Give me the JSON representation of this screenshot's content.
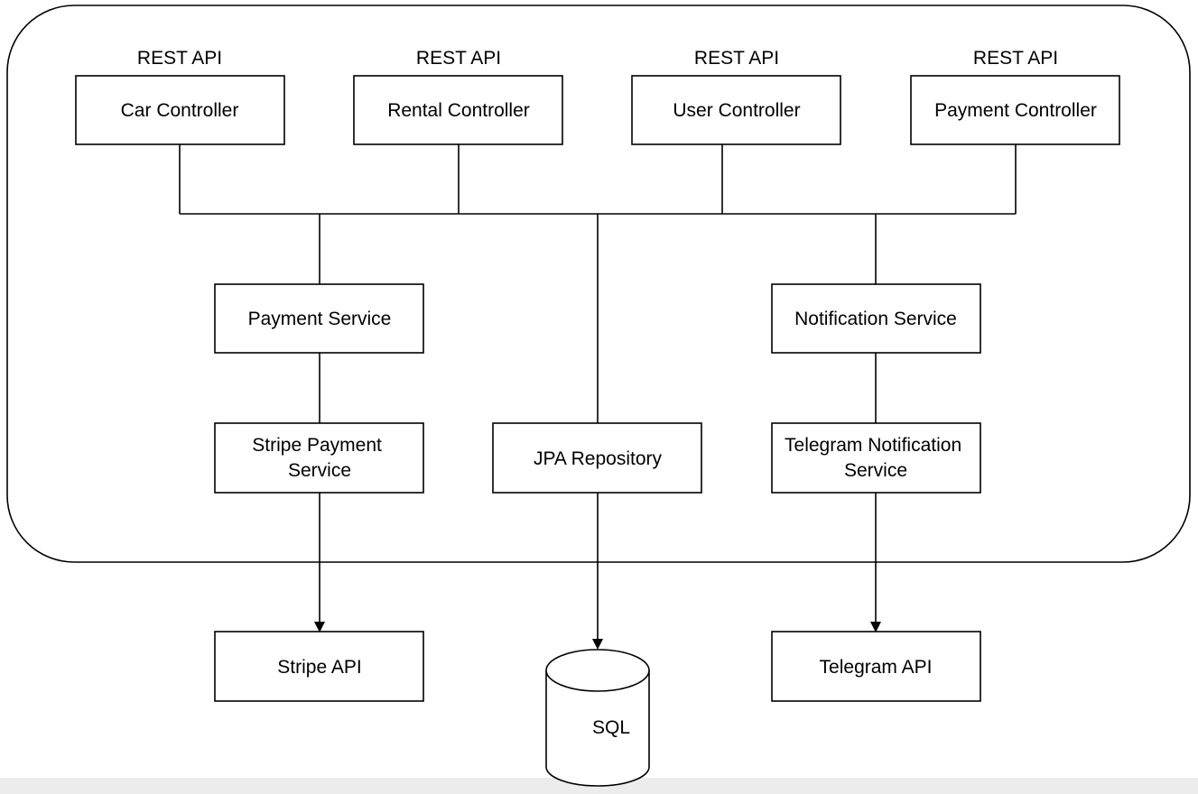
{
  "labels": {
    "car_rest": "REST API",
    "rental_rest": "REST API",
    "user_rest": "REST API",
    "payment_rest": "REST API"
  },
  "nodes": {
    "car_controller": "Car Controller",
    "rental_controller": "Rental Controller",
    "user_controller": "User Controller",
    "payment_controller": "Payment Controller",
    "payment_service": "Payment Service",
    "notification_service": "Notification Service",
    "stripe_payment_service": [
      "Stripe Payment",
      "Service"
    ],
    "jpa_repository": "JPA Repository",
    "telegram_notification_service": [
      "Telegram Notification",
      "Service"
    ],
    "stripe_api": "Stripe API",
    "sql": "SQL",
    "telegram_api": "Telegram API"
  }
}
